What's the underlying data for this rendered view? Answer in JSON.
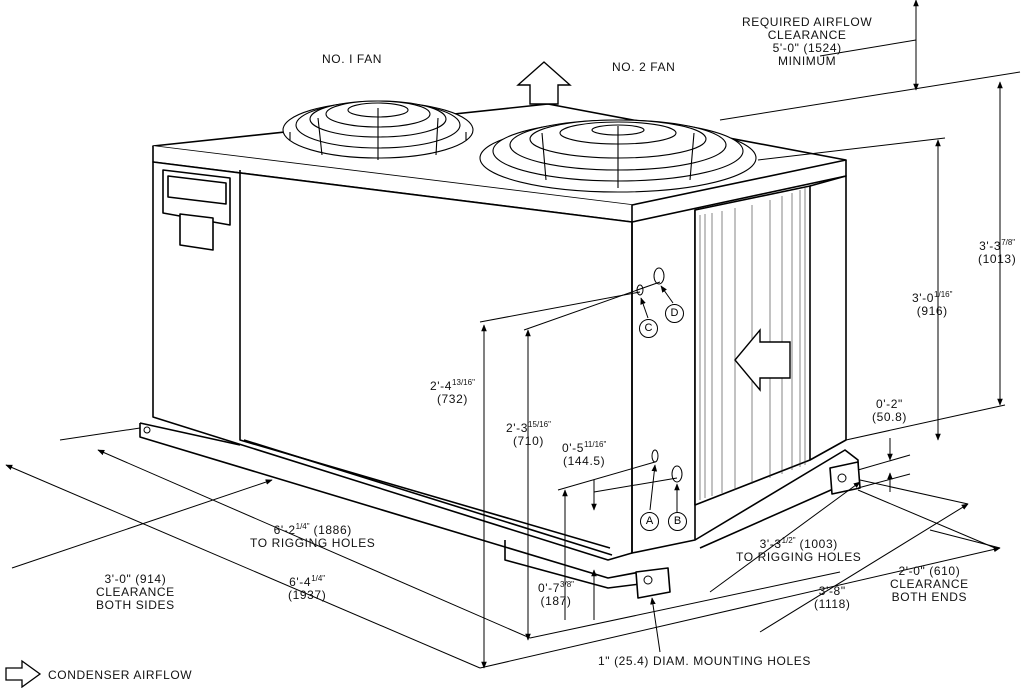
{
  "labels": {
    "fan1": "NO. I FAN",
    "fan2": "NO. 2 FAN",
    "airflow_clearance": [
      "REQUIRED AIRFLOW",
      "CLEARANCE",
      "5'-0\" (1524)",
      "MINIMUM"
    ],
    "height_overall": [
      "3'-3",
      "(1013)"
    ],
    "height_overall_frac": "7/8\"",
    "height_unit": [
      "3'-0",
      "(916)"
    ],
    "height_unit_frac": "1/16\"",
    "rail_offset": [
      "0'-2\"",
      "(50.8)"
    ],
    "dim_732": [
      "2'-4",
      "(732)"
    ],
    "dim_732_frac": "13/16\"",
    "dim_710": [
      "2'-3",
      "(710)"
    ],
    "dim_710_frac": "15/16\"",
    "dim_144": [
      "0'-5",
      "(144.5)"
    ],
    "dim_144_frac": "11/16\"",
    "dim_187": [
      "0'-7",
      "(187)"
    ],
    "dim_187_frac": "3/8\"",
    "rigging_long": [
      "6'-2",
      "(1886)",
      "TO RIGGING HOLES"
    ],
    "rigging_long_frac": "1/4\"",
    "length_overall": [
      "6'-4",
      "(1937)"
    ],
    "length_overall_frac": "1/4\"",
    "clearance_sides": [
      "3'-0\" (914)",
      "CLEARANCE",
      "BOTH SIDES"
    ],
    "rigging_short": [
      "3'-3",
      "(1003)",
      "TO RIGGING HOLES"
    ],
    "rigging_short_frac": "1/2\"",
    "width_overall": [
      "3'-8\"",
      "(1118)"
    ],
    "clearance_ends": [
      "2'-0\" (610)",
      "CLEARANCE",
      "BOTH ENDS"
    ],
    "mounting_holes": "1\" (25.4) DIAM. MOUNTING HOLES",
    "legend": "CONDENSER AIRFLOW",
    "holes": [
      "A",
      "B",
      "C",
      "D"
    ]
  }
}
